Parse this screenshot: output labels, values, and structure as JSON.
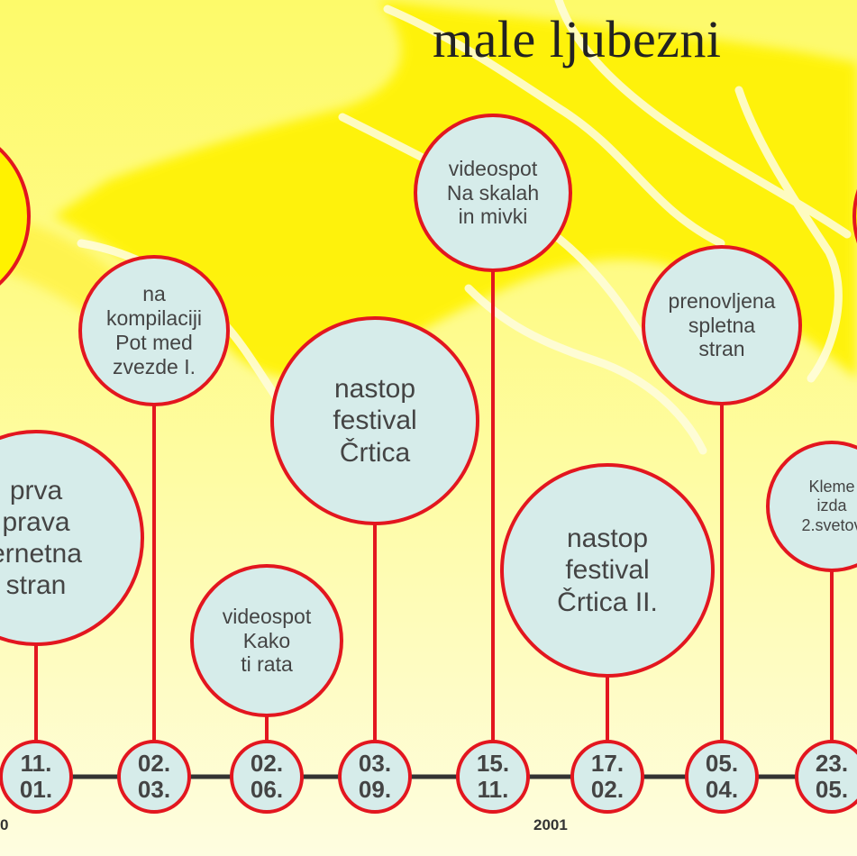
{
  "title": "male ljubezni",
  "colors": {
    "circle_fill": "#d6ecea",
    "circle_stroke": "#e3161f",
    "timeline_line": "#333333",
    "text": "#444444",
    "background_top": "#fdfa6a",
    "background_bottom": "#fefde0"
  },
  "years": [
    "0",
    "2001"
  ],
  "milestones": [
    {
      "day": "11.",
      "month": "01.",
      "lines": [
        "prva",
        "prava",
        "ernetna",
        "stran"
      ]
    },
    {
      "day": "02.",
      "month": "03.",
      "lines": [
        "na",
        "kompilaciji",
        "Pot med",
        "zvezde I."
      ]
    },
    {
      "day": "02.",
      "month": "06.",
      "lines": [
        "videospot",
        "Kako",
        "ti rata"
      ]
    },
    {
      "day": "03.",
      "month": "09.",
      "lines": [
        "nastop",
        "festival",
        "Črtica"
      ]
    },
    {
      "day": "15.",
      "month": "11.",
      "lines": [
        "videospot",
        "Na skalah",
        "in mivki"
      ]
    },
    {
      "day": "17.",
      "month": "02.",
      "lines": [
        "nastop",
        "festival",
        "Črtica II."
      ]
    },
    {
      "day": "05.",
      "month": "04.",
      "lines": [
        "prenovljena",
        "spletna",
        "stran"
      ]
    },
    {
      "day": "23.",
      "month": "05.",
      "lines": [
        "Kleme",
        "izda",
        "2.svetov"
      ]
    }
  ]
}
